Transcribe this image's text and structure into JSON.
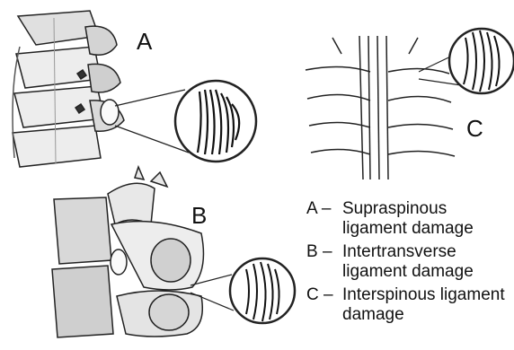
{
  "figure": {
    "panel_labels": {
      "a": "A",
      "b": "B",
      "c": "C"
    },
    "legend": [
      {
        "key": "A –",
        "text": "Supraspinous ligament damage"
      },
      {
        "key": "B –",
        "text": "Intertransverse ligament damage"
      },
      {
        "key": "C –",
        "text": "Interspinous ligament damage"
      }
    ]
  }
}
